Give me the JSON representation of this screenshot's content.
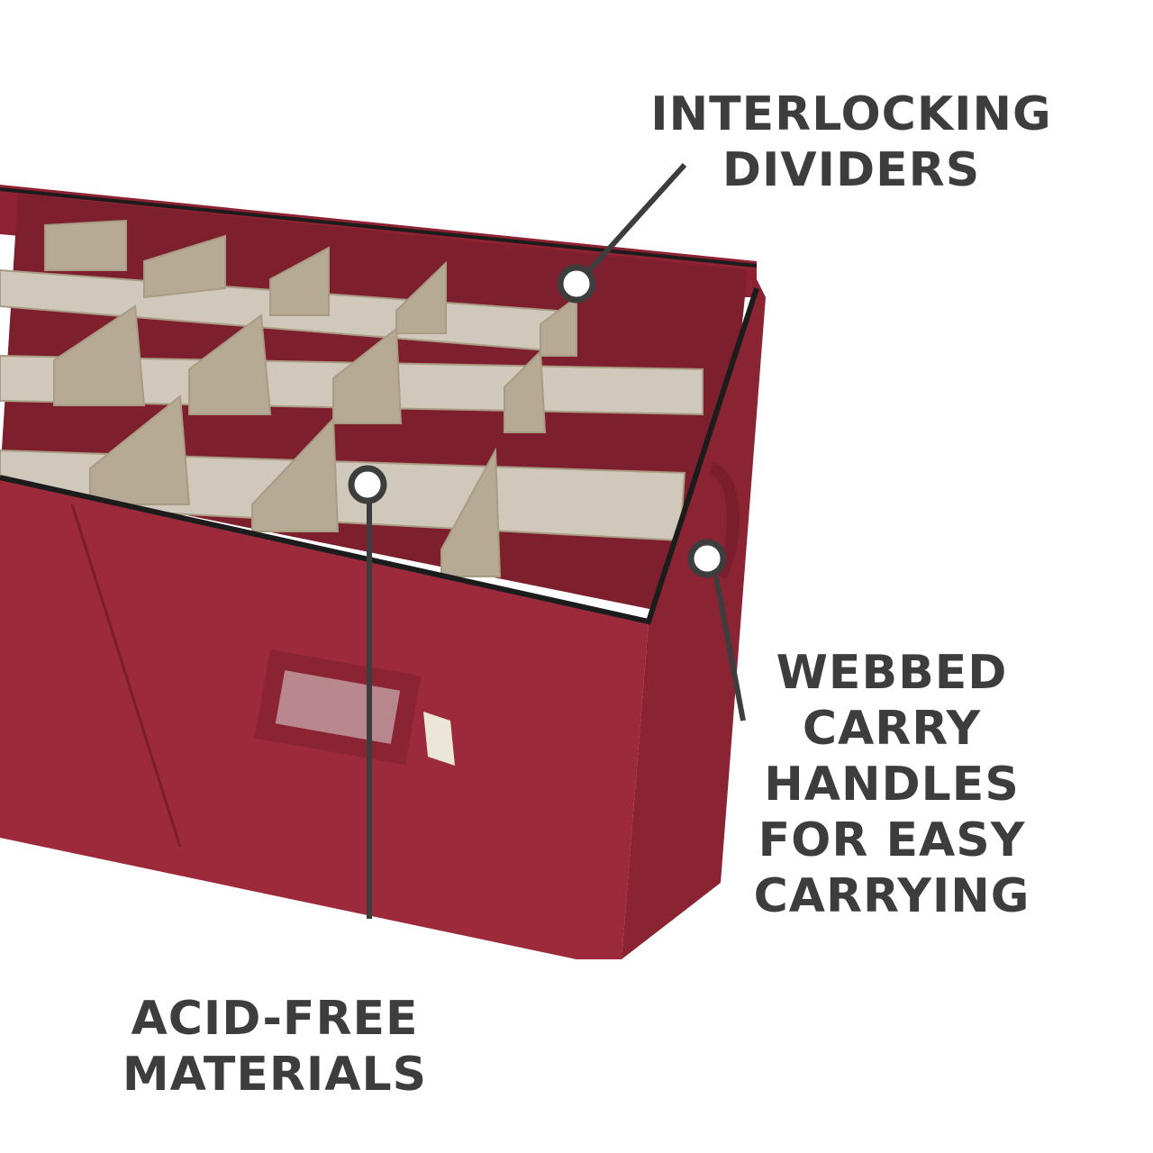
{
  "callouts": {
    "interlocking": [
      "INTERLOCKING",
      "DIVIDERS"
    ],
    "handles": [
      "WEBBED",
      "CARRY",
      "HANDLES",
      "FOR EASY",
      "CARRYING"
    ],
    "acid_free": [
      "ACID-FREE",
      "MATERIALS"
    ]
  },
  "colors": {
    "box_red": "#9c2a3a",
    "box_dark": "#7a1e2c",
    "divider": "#cfc8bb",
    "divider_shadow": "#a99b84",
    "text": "#3d3d3d"
  }
}
